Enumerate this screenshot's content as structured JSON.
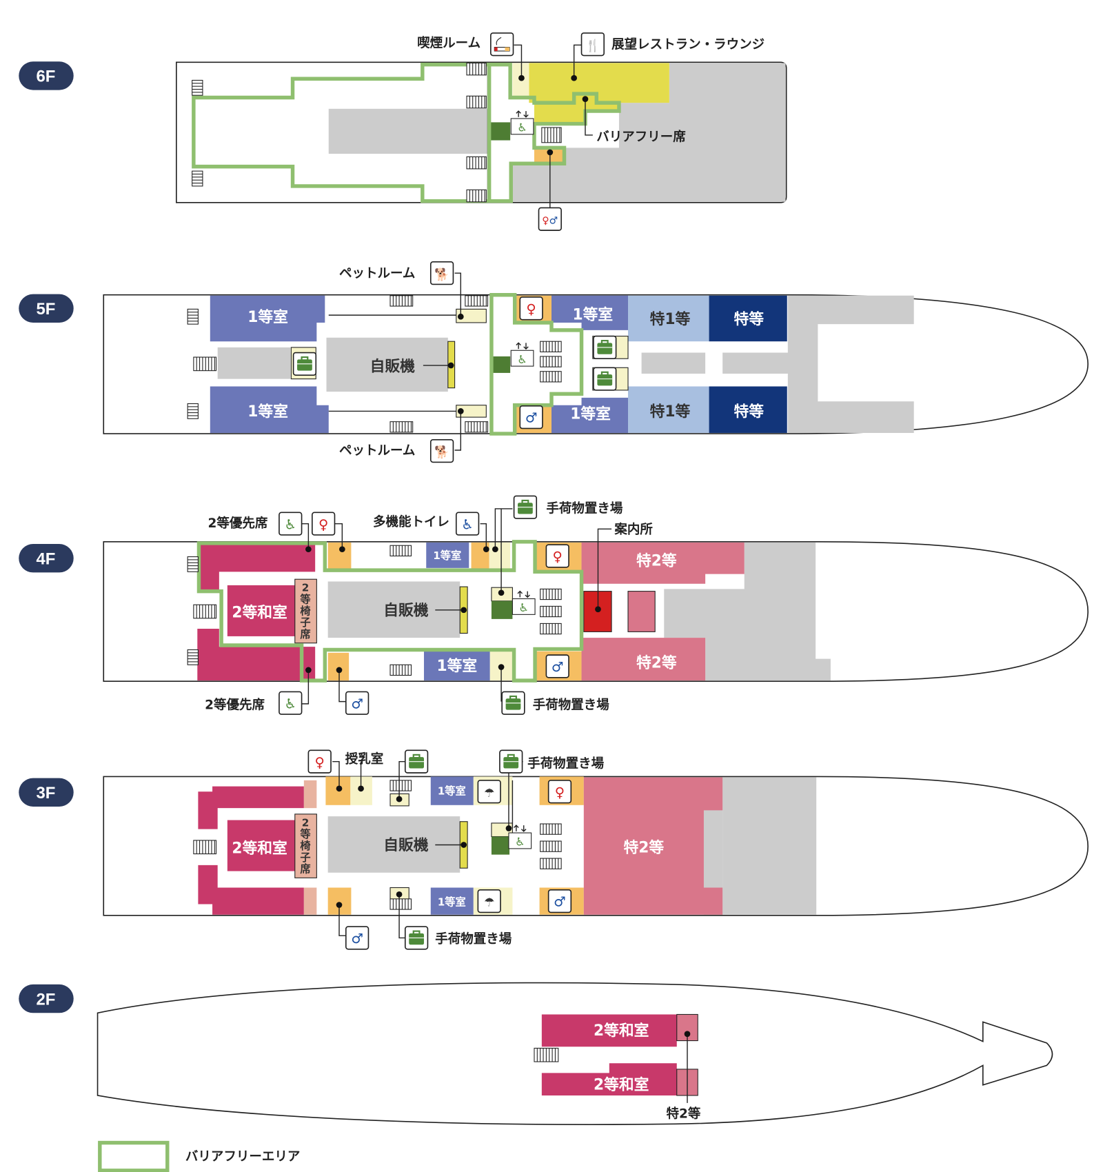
{
  "colors": {
    "barrier_free": "#8fbf6f",
    "first_class": "#6b77b8",
    "special_first": "#a8bfe0",
    "special": "#12357a",
    "second_japanese": "#c8396a",
    "special_second": "#d9768a",
    "chair_seat": "#e8b3a0",
    "restaurant": "#e3dc4c",
    "toilet": "#f5be62",
    "public": "#cccccc",
    "floor_badge": "#2b3a5e",
    "info": "#d42020",
    "elevator": "#4e7d33"
  },
  "floors": {
    "f6": {
      "badge": "6F",
      "smoking": "喫煙ルーム",
      "restaurant": "展望レストラン・ラウンジ",
      "barrier_free_seat": "バリアフリー席"
    },
    "f5": {
      "badge": "5F",
      "pet_top": "ペットルーム",
      "pet_bottom": "ペットルーム",
      "first_tl": "1等室",
      "first_bl": "1等室",
      "first_tr": "1等室",
      "first_br": "1等室",
      "sp1_t": "特1等",
      "sp1_b": "特1等",
      "sp_t": "特等",
      "sp_b": "特等",
      "vending": "自販機"
    },
    "f4": {
      "badge": "4F",
      "priority_top": "2等優先席",
      "priority_bottom": "2等優先席",
      "multi_toilet": "多機能トイレ",
      "luggage_top": "手荷物置き場",
      "info": "案内所",
      "luggage_bottom": "手荷物置き場",
      "japanese": "2等和室",
      "chair": "2等椅子席",
      "first_t": "1等室",
      "first_b": "1等室",
      "vending": "自販機",
      "sp2_t": "特2等",
      "sp2_b": "特2等"
    },
    "f3": {
      "badge": "3F",
      "nursing": "授乳室",
      "luggage_top": "手荷物置き場",
      "luggage_bottom": "手荷物置き場",
      "japanese": "2等和室",
      "chair": "2等椅子席",
      "first_t": "1等室",
      "first_b": "1等室",
      "vending": "自販機",
      "sp2": "特2等"
    },
    "f2": {
      "badge": "2F",
      "japanese_t": "2等和室",
      "japanese_b": "2等和室",
      "sp2": "特2等"
    }
  },
  "legend": {
    "barrier_free": "バリアフリーエリア"
  },
  "icons": [
    "smoking-icon",
    "restaurant-icon",
    "elevator-icon",
    "wheelchair-icon",
    "toilet-icon",
    "pet-icon",
    "luggage-icon",
    "shower-icon",
    "info-icon"
  ]
}
